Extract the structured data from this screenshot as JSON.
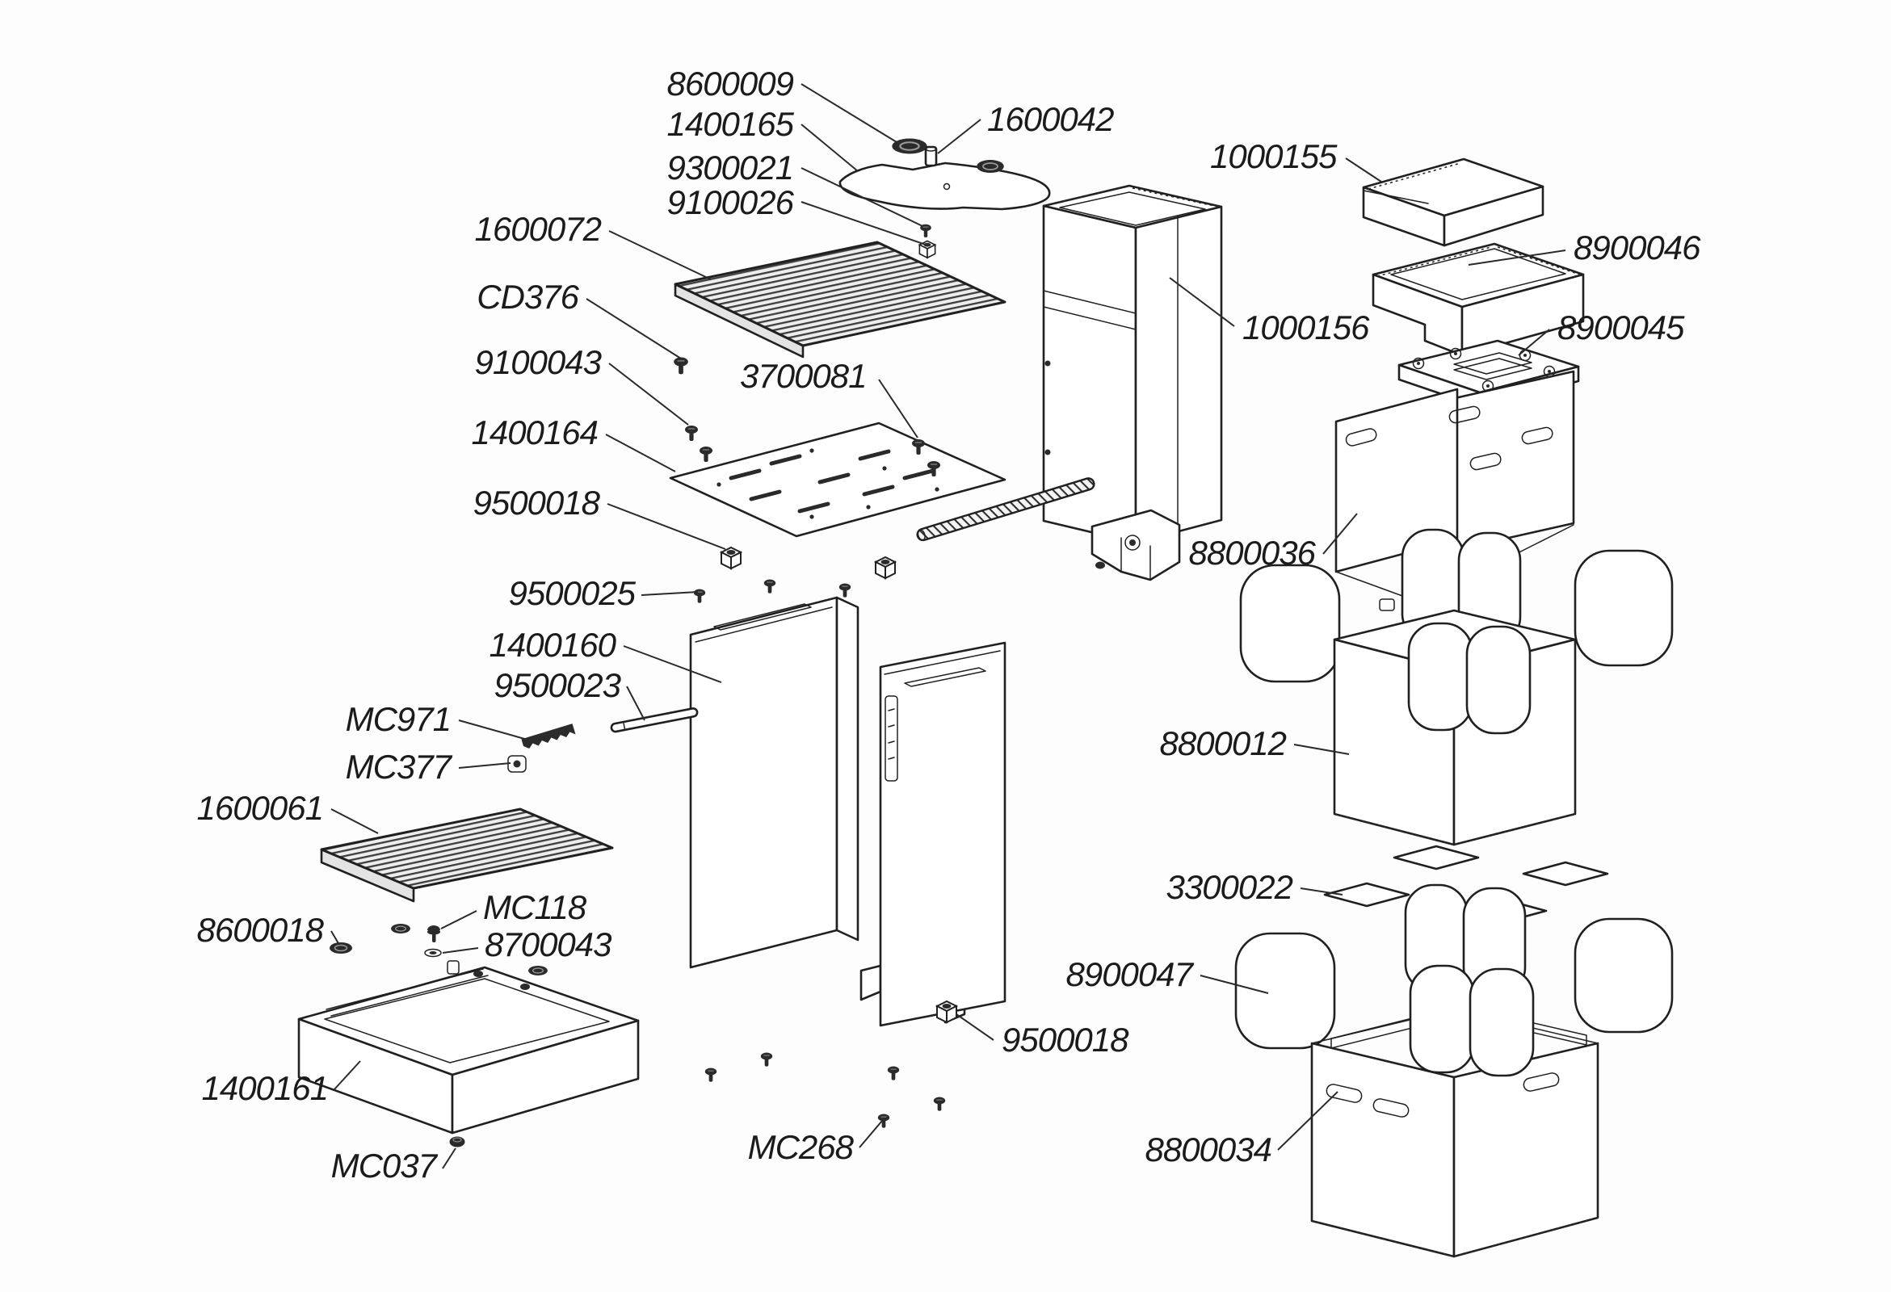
{
  "diagram": {
    "colors": {
      "background": "#fdfdfd",
      "line": "#202020",
      "fastener_fill": "#2b2b2b"
    },
    "labels": {
      "p8600009": {
        "text": "8600009"
      },
      "p1400165": {
        "text": "1400165"
      },
      "p9300021": {
        "text": "9300021"
      },
      "p9100026": {
        "text": "9100026"
      },
      "p1600042": {
        "text": "1600042"
      },
      "p1000155": {
        "text": "1000155"
      },
      "p1600072": {
        "text": "1600072"
      },
      "pCD376": {
        "text": "CD376"
      },
      "p9100043": {
        "text": "9100043"
      },
      "p1400164": {
        "text": "1400164"
      },
      "p3700081": {
        "text": "3700081"
      },
      "p8900046": {
        "text": "8900046"
      },
      "p1000156": {
        "text": "1000156"
      },
      "p8900045": {
        "text": "8900045"
      },
      "p9500018a": {
        "text": "9500018"
      },
      "p8800036": {
        "text": "8800036"
      },
      "p9500025": {
        "text": "9500025"
      },
      "p1400160": {
        "text": "1400160"
      },
      "p9500023": {
        "text": "9500023"
      },
      "pMC971": {
        "text": "MC971"
      },
      "pMC377": {
        "text": "MC377"
      },
      "p1600061": {
        "text": "1600061"
      },
      "p8800012": {
        "text": "8800012"
      },
      "p3300022": {
        "text": "3300022"
      },
      "p8600018": {
        "text": "8600018"
      },
      "pMC118": {
        "text": "MC118"
      },
      "p8700043": {
        "text": "8700043"
      },
      "p1400161": {
        "text": "1400161"
      },
      "pMC037": {
        "text": "MC037"
      },
      "pMC268": {
        "text": "MC268"
      },
      "p9500018b": {
        "text": "9500018"
      },
      "p8800034": {
        "text": "8800034"
      },
      "p8900047": {
        "text": "8900047"
      }
    }
  }
}
